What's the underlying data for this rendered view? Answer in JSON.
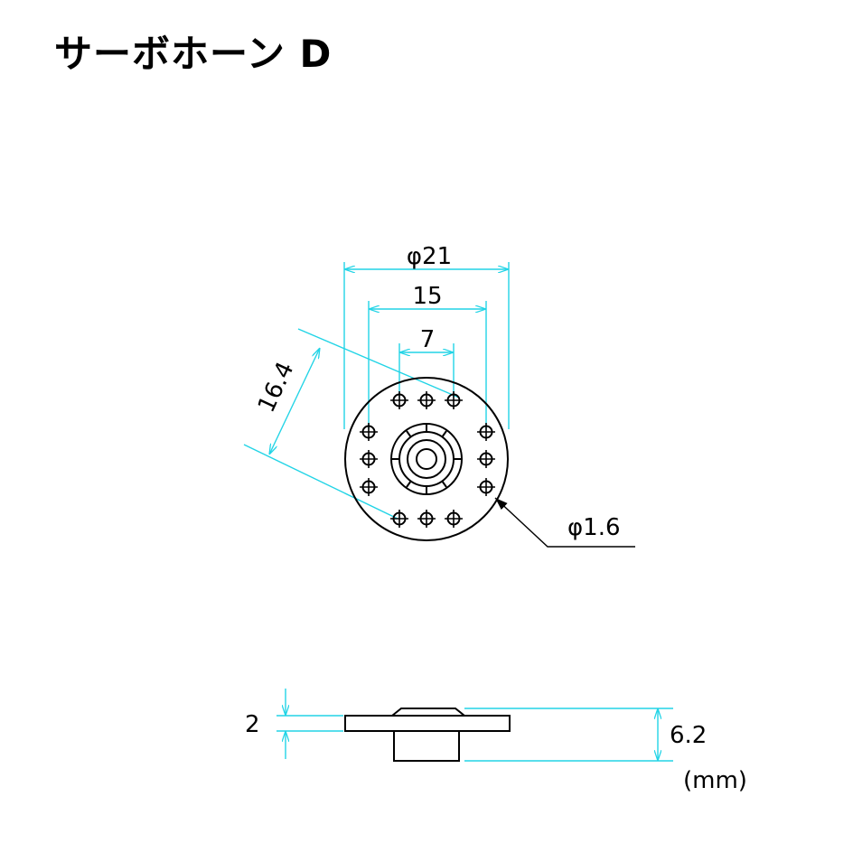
{
  "title": "サーボホーン D",
  "dimensions": {
    "outer_diameter": "φ21",
    "hole_span_outer": "15",
    "hole_span_inner": "7",
    "diagonal": "16.4",
    "hole_diameter": "φ1.6",
    "flange_thickness": "2",
    "total_height": "6.2"
  },
  "unit_label": "(mm)",
  "colors": {
    "dimension_line": "#22d4e6",
    "outline": "#000000"
  }
}
